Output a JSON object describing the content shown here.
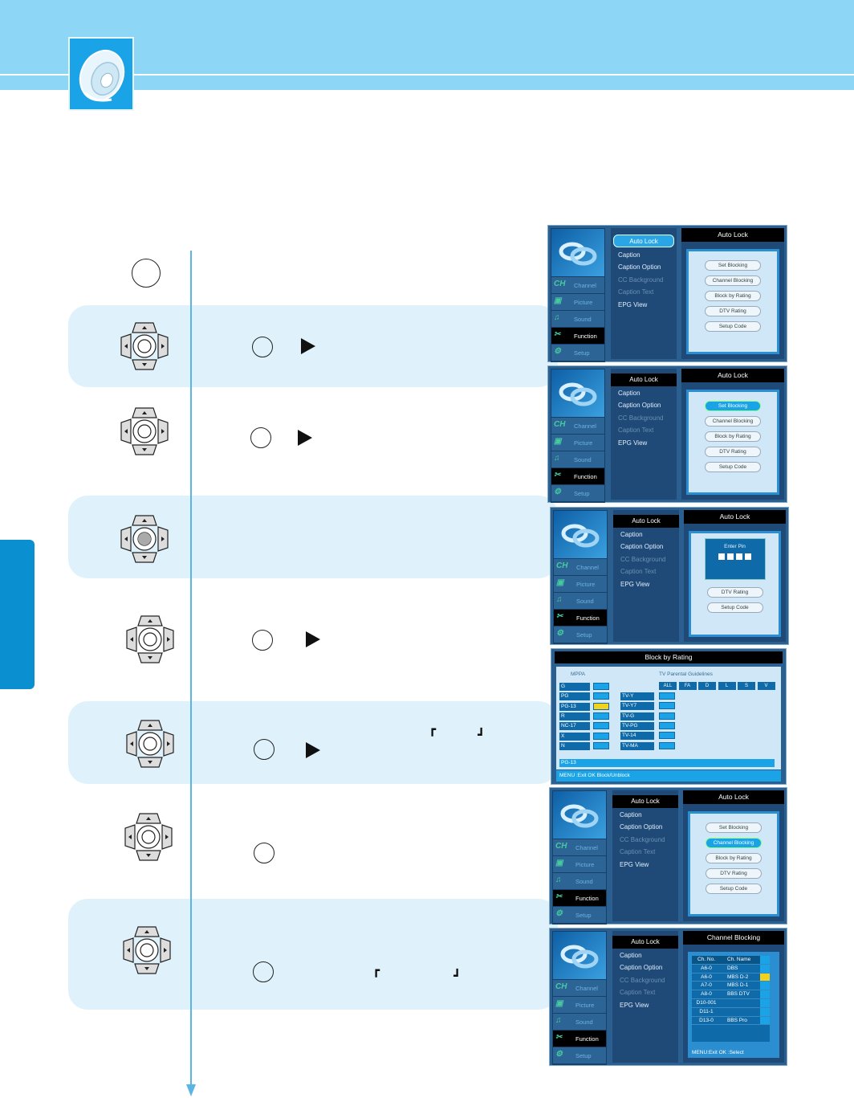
{
  "colors": {
    "header": "#8ed6f5",
    "band": "#dff2fb",
    "side_tab": "#0a8fd0",
    "guide_line": "#5bb5e4",
    "osd_bg": "#2a5f90"
  },
  "header": {
    "icon": "speaker-icon"
  },
  "steps": [
    {
      "id": "menu-button",
      "icon": "circle-button-icon"
    },
    {
      "id": "select-function",
      "icon": "navigation-pad-icon",
      "arrow": "right-triangle-icon"
    },
    {
      "id": "select-auto-lock",
      "icon": "navigation-pad-icon",
      "arrow": "right-triangle-icon"
    },
    {
      "id": "enter-pin",
      "icon": "navigation-pad-center-icon"
    },
    {
      "id": "select-block-by-rating",
      "icon": "navigation-pad-icon",
      "arrow": "right-triangle-icon"
    },
    {
      "id": "block-rating",
      "icon": "navigation-pad-icon",
      "arrow": "right-triangle-icon",
      "brackets": [
        "┏",
        "┛"
      ]
    },
    {
      "id": "select-channel-blocking",
      "icon": "navigation-pad-icon"
    },
    {
      "id": "block-channel",
      "icon": "navigation-pad-icon",
      "brackets": [
        "┏",
        "┛"
      ]
    }
  ],
  "osd": {
    "sidebar": [
      {
        "label": "Channel",
        "icon": "CH"
      },
      {
        "label": "Picture",
        "icon": "▣"
      },
      {
        "label": "Sound",
        "icon": "♫"
      },
      {
        "label": "Function",
        "icon": "✂"
      },
      {
        "label": "Setup",
        "icon": "⚙"
      }
    ],
    "menu": [
      "Auto Lock",
      "Caption",
      "Caption Option",
      "CC Background",
      "Caption Text",
      "EPG View"
    ],
    "panel_title": "Auto Lock",
    "panel_buttons": [
      "Set Blocking",
      "Channel Blocking",
      "Block by Rating",
      "DTV  Rating",
      "Setup Code"
    ],
    "enter_pin": "Enter Pin",
    "rating": {
      "title": "Block by Rating",
      "mpaa_label": "MPPA",
      "tv_label": "TV Parental Guidelines",
      "mpaa": [
        "G",
        "PG",
        "PG-13",
        "R",
        "NC-17",
        "X",
        "N"
      ],
      "tv": [
        "TV-Y",
        "TV-Y7",
        "TV-G",
        "TV-PG",
        "TV-14",
        "TV-MA"
      ],
      "tv_headers": [
        "ALL",
        "FA",
        "D",
        "L",
        "S",
        "V"
      ],
      "current": "PG-13",
      "footer": "MENU :Exit       OK  Block/Unblock"
    },
    "channel_blocking": {
      "title": "Channel Blocking",
      "headers": [
        "Ch. No.",
        "Ch. Name"
      ],
      "rows": [
        {
          "no": "A6-0",
          "name": "DBS"
        },
        {
          "no": "A6-0",
          "name": "MBS  D-2"
        },
        {
          "no": "A7-0",
          "name": "MBS  D-1"
        },
        {
          "no": "A8-0",
          "name": "BBS  DTV"
        },
        {
          "no": "D10-001",
          "name": ""
        },
        {
          "no": "D11-1",
          "name": ""
        },
        {
          "no": "D13-0",
          "name": "BBS  Pro"
        }
      ],
      "footer": "MENU:Exit      OK :Select"
    }
  }
}
